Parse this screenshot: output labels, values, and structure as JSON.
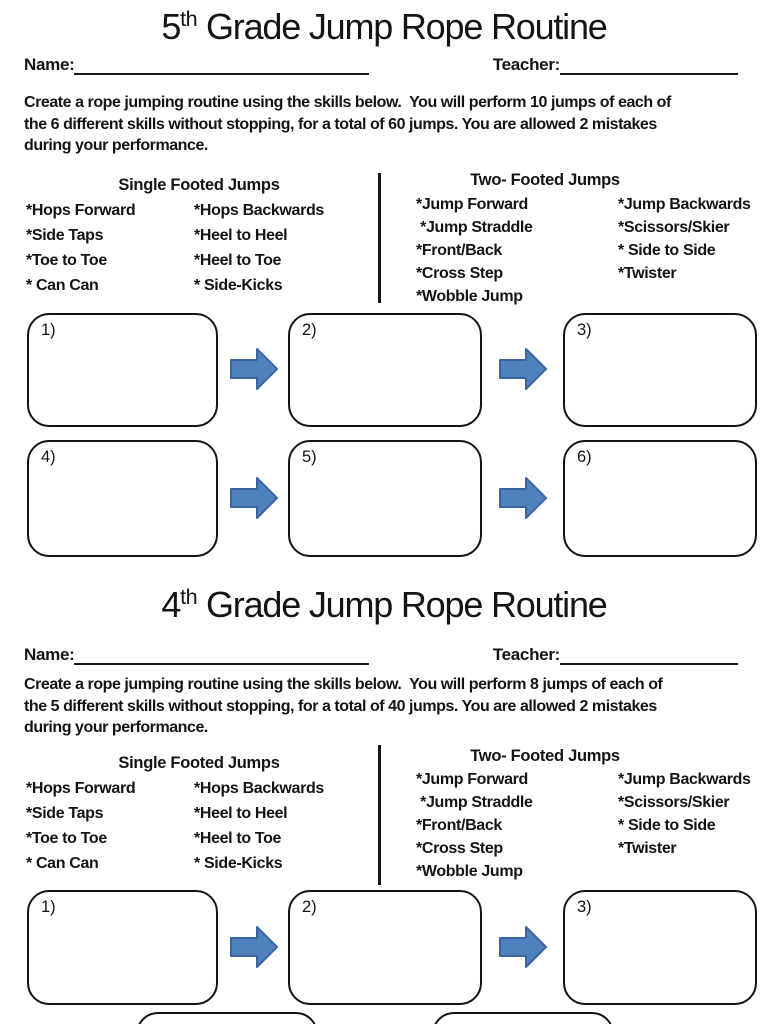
{
  "colors": {
    "arrow_fill": "#4f81bd",
    "arrow_stroke": "#3a64a0",
    "ink": "#141414",
    "line": "#1a1a1a"
  },
  "sections": [
    {
      "title": {
        "grade": "5",
        "sup": "th",
        "rest": " Grade Jump Rope Routine"
      },
      "name_label": "Name:",
      "teacher_label": "Teacher:",
      "instructions_lines": [
        "Create a rope jumping routine using the skills below.  You will perform 10 jumps of each of",
        "the 6 different skills without stopping, for a total of 60 jumps. You are allowed 2 mistakes",
        "during your performance."
      ],
      "single_footed": {
        "title": "Single Footed Jumps",
        "col1": [
          "*Hops Forward",
          "*Side Taps",
          "*Toe to Toe",
          "* Can Can"
        ],
        "col2": [
          "*Hops Backwards",
          "*Heel to Heel",
          "*Heel to Toe",
          "* Side-Kicks"
        ]
      },
      "two_footed": {
        "title": "Two- Footed Jumps",
        "col1": [
          "*Jump Forward",
          " *Jump Straddle",
          "*Front/Back",
          "*Cross Step",
          "*Wobble Jump"
        ],
        "col2": [
          "*Jump Backwards",
          "*Scissors/Skier",
          "* Side to Side",
          "*Twister"
        ]
      },
      "boxes": [
        "1)",
        "2)",
        "3)",
        "4)",
        "5)",
        "6)"
      ]
    },
    {
      "title": {
        "grade": "4",
        "sup": "th",
        "rest": " Grade Jump Rope Routine"
      },
      "name_label": "Name:",
      "teacher_label": "Teacher:",
      "instructions_lines": [
        "Create a rope jumping routine using the skills below.  You will perform 8 jumps of each of",
        "the 5 different skills without stopping, for a total of 40 jumps. You are allowed 2 mistakes",
        "during your performance."
      ],
      "single_footed": {
        "title": "Single Footed Jumps",
        "col1": [
          "*Hops Forward",
          "*Side Taps",
          "*Toe to Toe",
          "* Can Can"
        ],
        "col2": [
          "*Hops Backwards",
          "*Heel to Heel",
          "*Heel to Toe",
          "* Side-Kicks"
        ]
      },
      "two_footed": {
        "title": "Two- Footed Jumps",
        "col1": [
          "*Jump Forward",
          " *Jump Straddle",
          "*Front/Back",
          "*Cross Step",
          "*Wobble Jump"
        ],
        "col2": [
          "*Jump Backwards",
          "*Scissors/Skier",
          "* Side to Side",
          "*Twister"
        ]
      },
      "boxes": [
        "1)",
        "2)",
        "3)"
      ]
    }
  ]
}
